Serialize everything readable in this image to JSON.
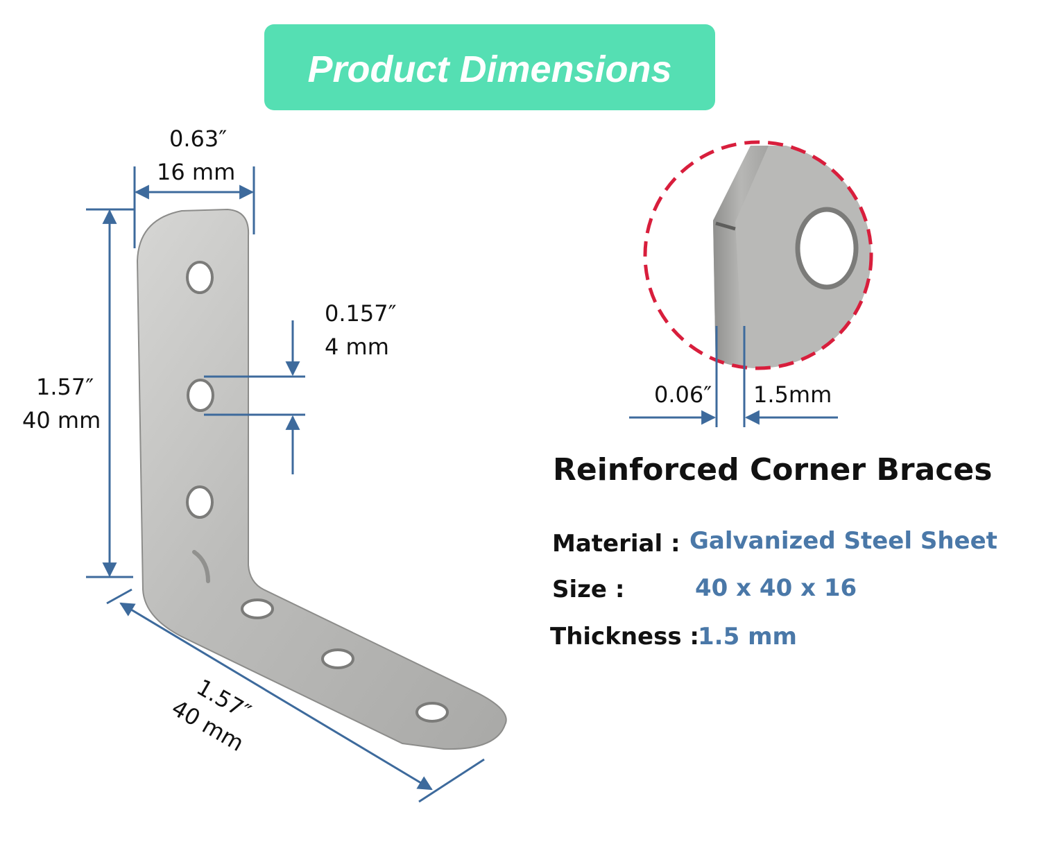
{
  "header": {
    "title": "Product Dimensions",
    "banner_color": "#55dfb3"
  },
  "bracket": {
    "leg_width": {
      "inch": "0.63″",
      "mm": "16 mm"
    },
    "hole_diameter": {
      "inch": "0.157″",
      "mm": "4 mm"
    },
    "height": {
      "inch": "1.57″",
      "mm": "40 mm"
    },
    "length": {
      "inch": "1.57″",
      "mm": "40 mm"
    }
  },
  "detail": {
    "thickness_inch": "0.06″",
    "thickness_mm": "1.5mm",
    "circle_color": "#d81e3c"
  },
  "specs": {
    "title": "Reinforced Corner Braces",
    "material_label": "Material :",
    "material_value": "Galvanized Steel Sheet",
    "size_label": "Size :",
    "size_value": "40 x 40 x 16",
    "thickness_label": "Thickness :",
    "thickness_value": "1.5 mm"
  },
  "colors": {
    "dimension_line": "#3d6a9c",
    "spec_value": "#4a78a8"
  }
}
